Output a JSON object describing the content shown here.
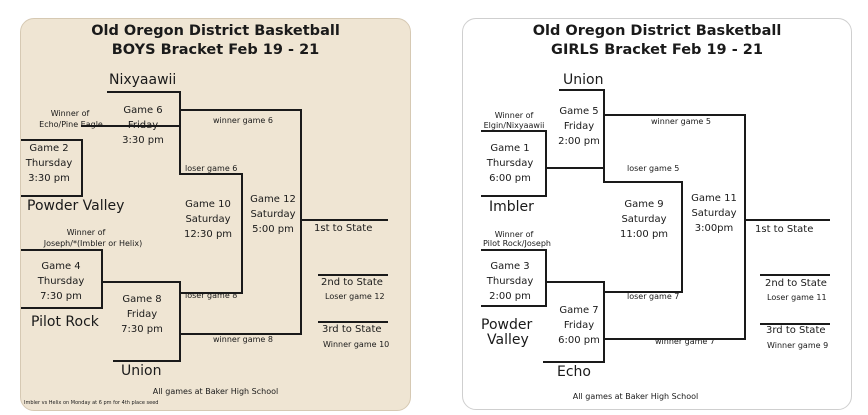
{
  "boys": {
    "title1": "Old Oregon  District Basketball",
    "title2": "BOYS Bracket Feb 19 - 21",
    "team_top": "Nixyaawii",
    "winner_echo_1": "Winner of",
    "winner_echo_2": "Echo/Pine Eagle",
    "game6": [
      "Game 6",
      "Friday",
      "3:30 pm"
    ],
    "game2": [
      "Game 2",
      "Thursday",
      "3:30 pm"
    ],
    "winner_game6": "winner game 6",
    "loser_game6": "loser game 6",
    "game10": [
      "Game 10",
      "Saturday",
      "12:30 pm"
    ],
    "game12": [
      "Game 12",
      "Saturday",
      "5:00 pm"
    ],
    "team_powder": "Powder Valley",
    "first_state": "1st to State",
    "winner_joseph_1": "Winner of",
    "winner_joseph_2": "Joseph/*(Imbler or Helix)",
    "game4": [
      "Game 4",
      "Thursday",
      "7:30 pm"
    ],
    "game8": [
      "Game 8",
      "Friday",
      "7:30 pm"
    ],
    "loser_game8": "loser game 8",
    "second_state": "2nd to State",
    "loser_game12": "Loser game 12",
    "team_pilot": "Pilot Rock",
    "third_state": "3rd to State",
    "winner_game8": "winner game 8",
    "winner_game10": "Winner game 10",
    "team_bottom": "Union",
    "footer": "All games at Baker High School",
    "footnote": "Imbler vs Helix on Monday at 6 pm for 4th place seed"
  },
  "girls": {
    "title1": "Old Oregon  District Basketball",
    "title2": "GIRLS Bracket Feb 19 - 21",
    "team_top": "Union",
    "winner_elgin_1": "Winner of",
    "winner_elgin_2": "Elgin/Nixyaawii",
    "game5": [
      "Game 5",
      "Friday",
      "2:00 pm"
    ],
    "game1": [
      "Game 1",
      "Thursday",
      "6:00 pm"
    ],
    "winner_game5": "winner game 5",
    "loser_game5": "loser game 5",
    "game9": [
      "Game 9",
      "Saturday",
      "11:00 pm"
    ],
    "game11": [
      "Game 11",
      "Saturday",
      "3:00pm"
    ],
    "team_imbler": "Imbler",
    "first_state": "1st to State",
    "winner_pilot_1": "Winner of",
    "winner_pilot_2": "Pilot Rock/Joseph",
    "game3": [
      "Game 3",
      "Thursday",
      "2:00 pm"
    ],
    "game7": [
      "Game 7",
      "Friday",
      "6:00 pm"
    ],
    "loser_game7": "loser game 7",
    "second_state": "2nd to State",
    "loser_game11": "Loser game 11",
    "team_powder_1": "Powder",
    "team_powder_2": "Valley",
    "third_state": "3rd to State",
    "winner_game7": "winner game 7",
    "winner_game9": "Winner game 9",
    "team_bottom": "Echo",
    "footer": "All games at Baker High School"
  }
}
